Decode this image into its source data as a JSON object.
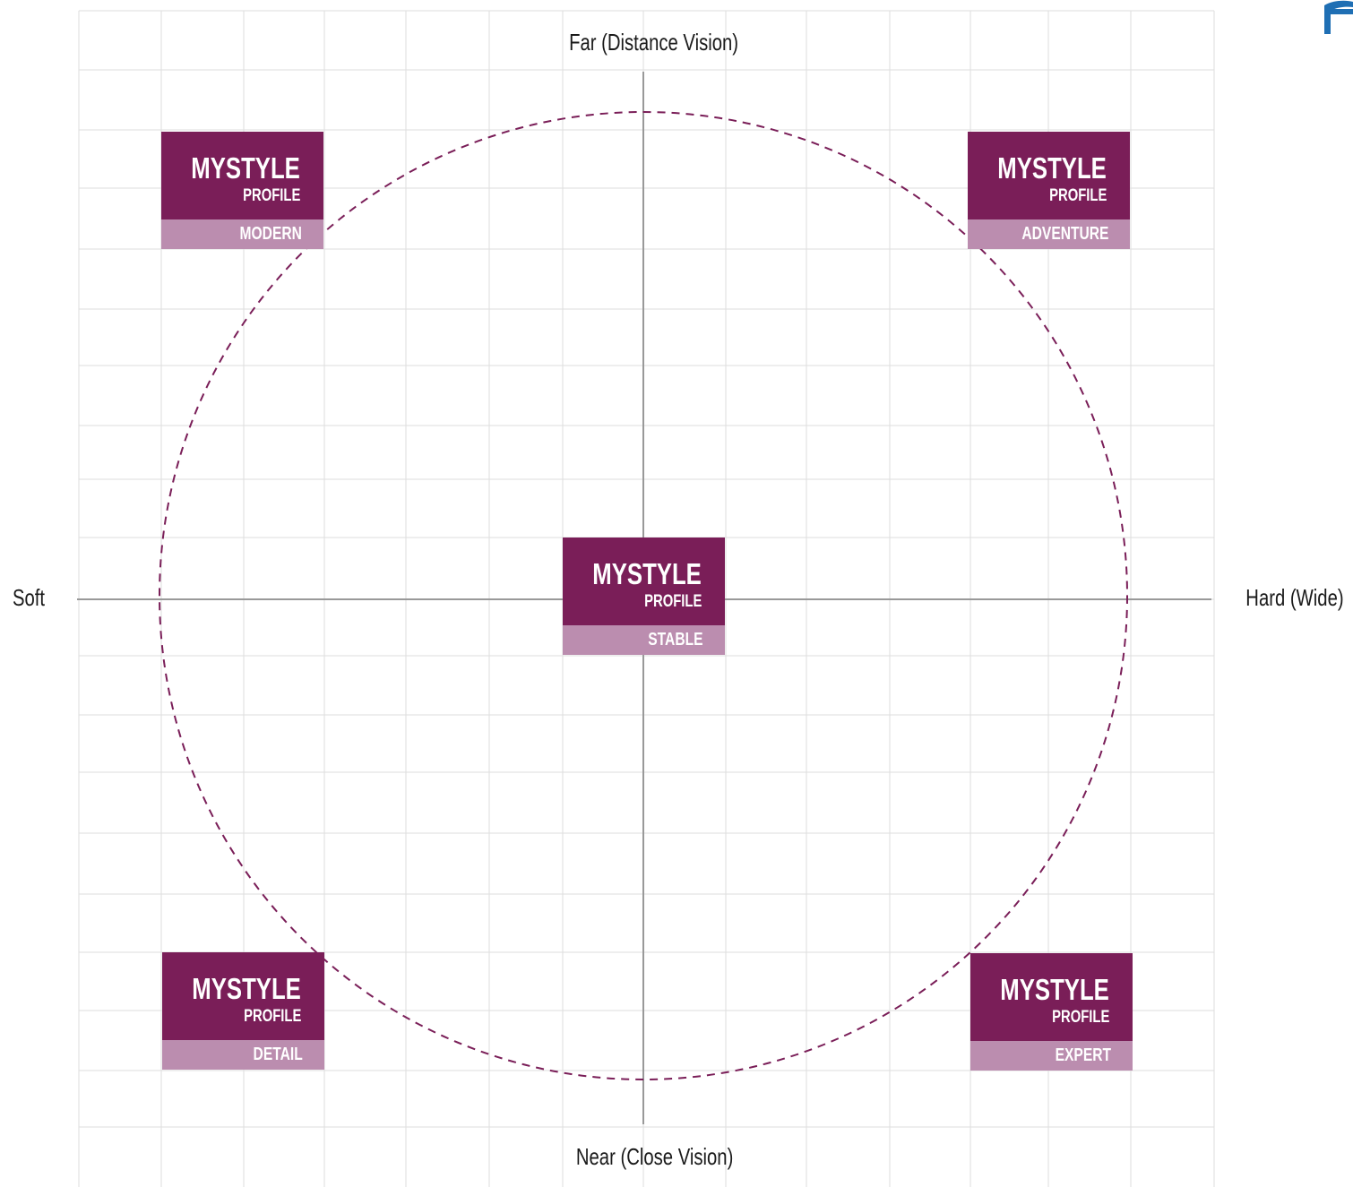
{
  "axes": {
    "top": "Far (Distance Vision)",
    "bottom": "Near (Close Vision)",
    "left": "Soft",
    "right": "Hard (Wide)"
  },
  "profiles": [
    {
      "id": "modern",
      "title": "MYSTYLE",
      "subtitle": "PROFILE",
      "name": "MODERN"
    },
    {
      "id": "adventure",
      "title": "MYSTYLE",
      "subtitle": "PROFILE",
      "name": "ADVENTURE"
    },
    {
      "id": "stable",
      "title": "MYSTYLE",
      "subtitle": "PROFILE",
      "name": "STABLE"
    },
    {
      "id": "detail",
      "title": "MYSTYLE",
      "subtitle": "PROFILE",
      "name": "DETAIL"
    },
    {
      "id": "expert",
      "title": "MYSTYLE",
      "subtitle": "PROFILE",
      "name": "EXPERT"
    }
  ],
  "colors": {
    "card_primary": "#7a1e58",
    "card_secondary": "#bb8daf",
    "circle": "#7a1e58",
    "axis": "#999999",
    "grid": "#dddddd",
    "brand": "#1f6fb4"
  },
  "icons": {
    "corner_logo": "brand-logo-fragment-icon"
  }
}
